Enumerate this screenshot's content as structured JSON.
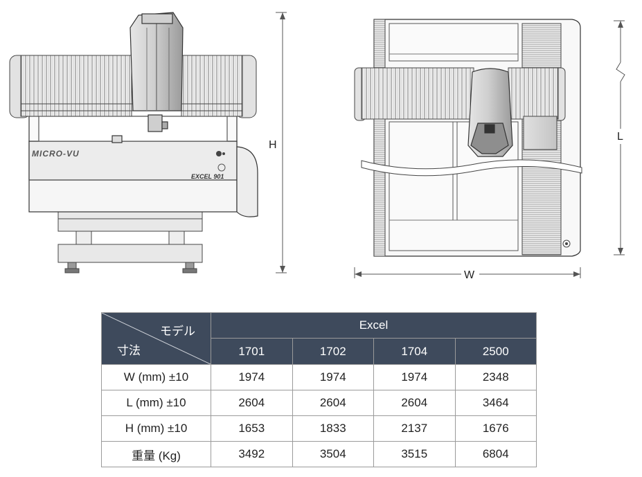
{
  "drawing": {
    "front_view": {
      "brand_text": "MICRO-VU",
      "model_text": "EXCEL 901",
      "height_dim_label": "H"
    },
    "top_view": {
      "length_dim_label": "L",
      "width_dim_label": "W"
    }
  },
  "table": {
    "corner_top": "モデル",
    "corner_bottom": "寸法",
    "group_label": "Excel",
    "models": [
      "1701",
      "1702",
      "1704",
      "2500"
    ],
    "rows": [
      {
        "label": "W (mm) ±10",
        "values": [
          "1974",
          "1974",
          "1974",
          "2348"
        ]
      },
      {
        "label": "L (mm) ±10",
        "values": [
          "2604",
          "2604",
          "2604",
          "3464"
        ]
      },
      {
        "label": "H (mm) ±10",
        "values": [
          "1653",
          "1833",
          "2137",
          "1676"
        ]
      },
      {
        "label": "重量 (Kg)",
        "values": [
          "3492",
          "3504",
          "3515",
          "6804"
        ]
      }
    ]
  }
}
